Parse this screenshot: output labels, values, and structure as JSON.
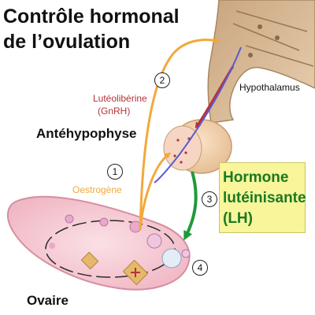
{
  "title": {
    "line1": "Contrôle hormonal",
    "line2": "de l’ovulation"
  },
  "labels": {
    "hypothalamus": "Hypothalamus",
    "luteoliberine": "Lutéolibérine",
    "gnrh": "(GnRH)",
    "antehypophyse": "Antéhypophyse",
    "oestrogene": "Oestrogène",
    "ovaire": "Ovaire"
  },
  "lh_box": {
    "line1": "Hormone",
    "line2": "lutéinisante",
    "line3": "(LH)"
  },
  "steps": [
    "1",
    "2",
    "3",
    "4"
  ],
  "colors": {
    "oestrogen_arrow": "#f2a93b",
    "gnrh_arrow": "#b5323a",
    "lh_arrow": "#1f9a3a",
    "lh_box_bg": "#f8f59a",
    "lh_text": "#1a7a22",
    "gnrh_text": "#b5323a",
    "oestrogen_text": "#f2a93b"
  }
}
